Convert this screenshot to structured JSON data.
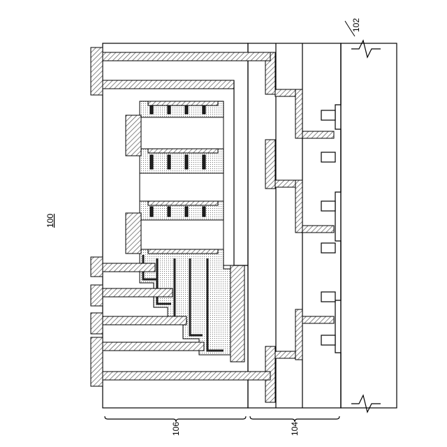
{
  "figure": {
    "labels": {
      "device": "100",
      "substrate": "102",
      "peripheral": "104",
      "array": "106"
    }
  }
}
